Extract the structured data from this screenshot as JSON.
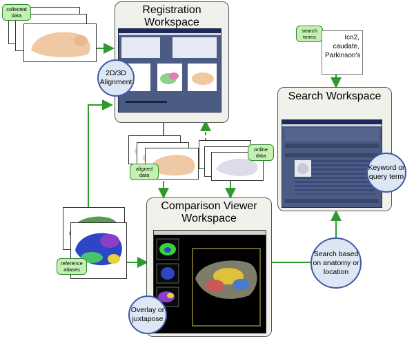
{
  "tags": {
    "collected": "collected data",
    "search_terms": "search terms",
    "aligned": "aligned data",
    "online": "online data",
    "reference": "reference atlases"
  },
  "workspaces": {
    "registration": "Registration Workspace",
    "search": "Search Workspace",
    "comparison": "Comparison Viewer Workspace"
  },
  "circles": {
    "alignment": "2D/3D Alignment",
    "keyword": "Keyword or query term",
    "overlay": "Overlay or juxtapose",
    "search_anatomy": "Search based on anatomy or location"
  },
  "query_text": "Icn2, caudate, Parkinson's",
  "colors": {
    "arrow": "#2e9a2e",
    "tag_fill": "#c4f0b4",
    "circle_fill": "#dde6f3",
    "circle_border": "#3d5aa8"
  }
}
